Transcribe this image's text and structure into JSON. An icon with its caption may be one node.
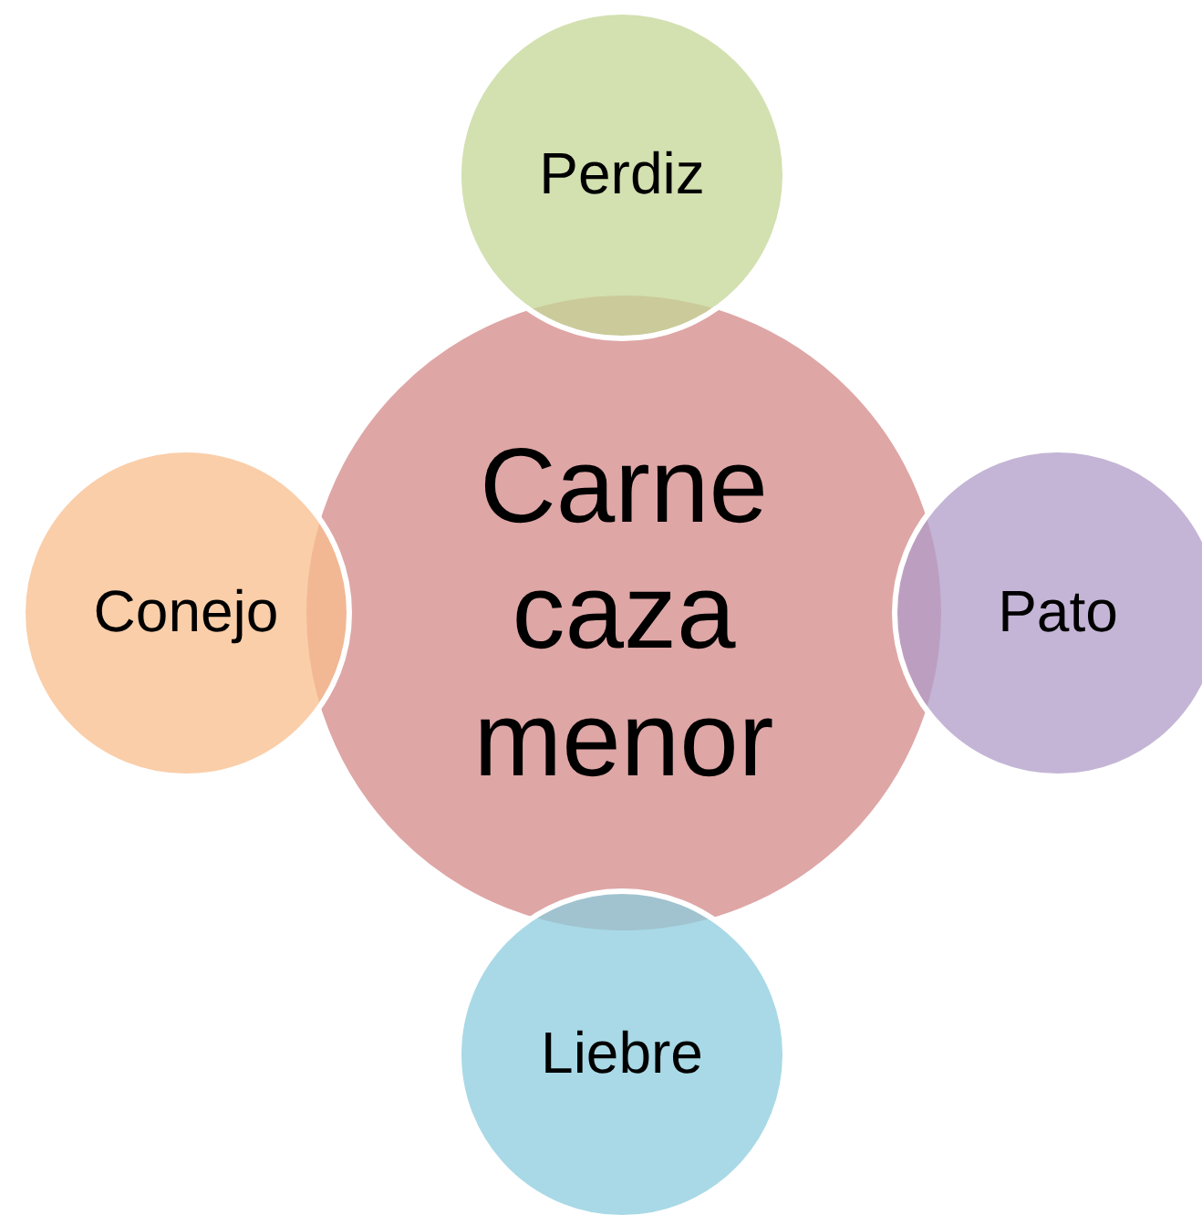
{
  "diagram": {
    "nodes": [
      {
        "text": [
          "Carne caza menor"
        ]
      },
      {
        "text": [
          "Perdiz"
        ]
      },
      {
        "text": [
          "Pato"
        ]
      },
      {
        "text": [
          "Liebre"
        ]
      },
      {
        "text": [
          "Conejo"
        ]
      }
    ]
  }
}
